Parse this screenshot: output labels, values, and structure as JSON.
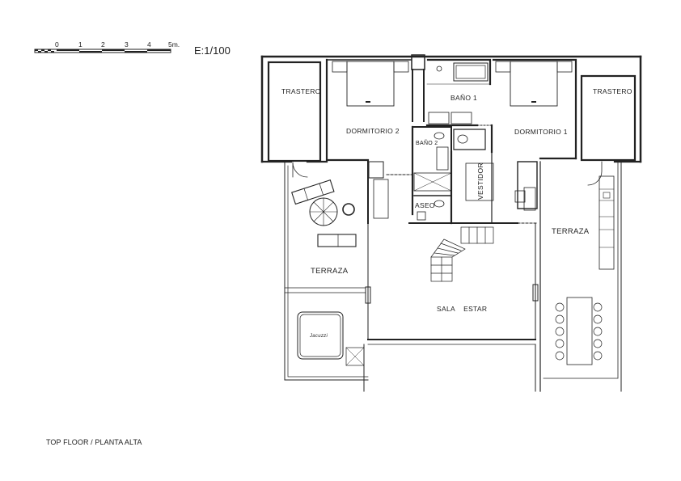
{
  "scale_bar": {
    "ticks": [
      "0",
      "1",
      "2",
      "3",
      "4",
      "5m."
    ],
    "ratio": "E:1/100"
  },
  "rooms": {
    "trastero_left": "TRASTERO",
    "dormitorio_2": "DORMITORIO  2",
    "bano_1": "BAÑO  1",
    "bano_2": "BAÑO  2",
    "aseo": "ASEO",
    "vestidor": "VESTIDOR",
    "dormitorio_1": "DORMITORIO  1",
    "trastero_right": "TRASTERO",
    "terraza_left": "TERRAZA",
    "terraza_right": "TERRAZA",
    "sala_estar": "SALA    ESTAR",
    "jacuzzi": "Jacuzzi"
  },
  "caption": "TOP FLOOR / PLANTA ALTA",
  "colors": {
    "wall": "#222222",
    "line": "#444444",
    "background": "#ffffff"
  }
}
